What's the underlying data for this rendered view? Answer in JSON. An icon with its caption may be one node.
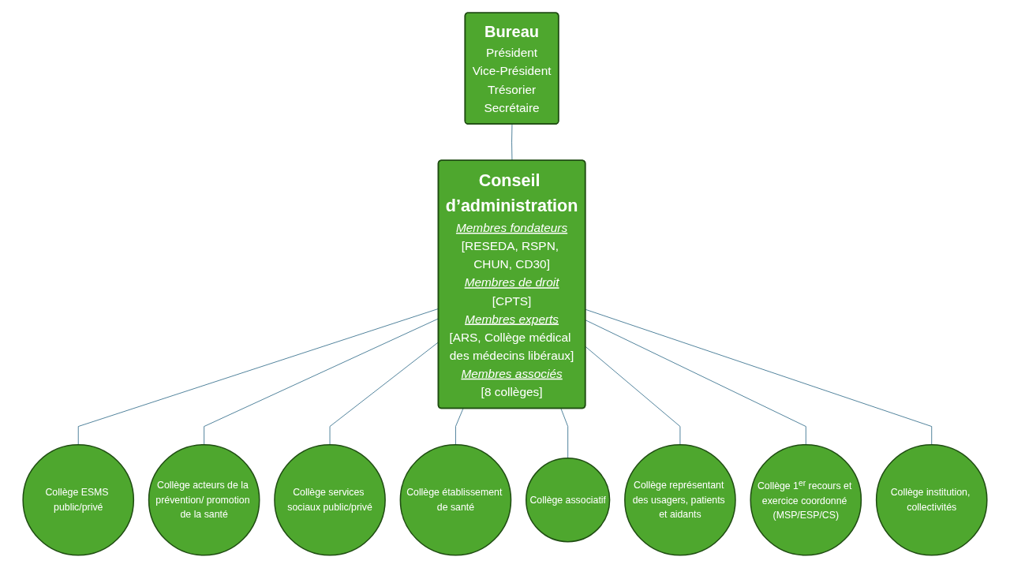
{
  "diagram": {
    "nodes": [
      {
        "text": [
          "Bureau",
          "Président",
          "Vice-Président",
          "Trésorier",
          "Secrétaire"
        ]
      },
      {
        "text": [
          "Conseil d’administration",
          "Membres fondateurs",
          "[RESEDA, RSPN, CHUN, CD30]",
          "Membres de droit",
          "[CPTS]",
          "Membres experts",
          "[ARS, Collège médical des médecins libéraux]",
          "Membres associés",
          "[8 collèges]"
        ]
      },
      {
        "text": [
          "Collège ESMS public/privé"
        ]
      },
      {
        "text": [
          "Collège acteurs de la prévention/ promotion de la santé"
        ]
      },
      {
        "text": [
          "Collège services sociaux public/privé"
        ]
      },
      {
        "text": [
          "Collège établissement de santé"
        ]
      },
      {
        "text": [
          "Collège associatif"
        ]
      },
      {
        "text": [
          "Collège représentant des usagers, patients et aidants"
        ]
      },
      {
        "text": [
          "Collège 1$^{er}$ recours et exercice coordonné (MSP/ESP/CS)"
        ]
      },
      {
        "text": [
          "Collège institution, collectivités"
        ]
      }
    ],
    "edges": [
      {
        "from": 0,
        "to": 1,
        "arrow": "none"
      },
      {
        "from": 1,
        "to": 2,
        "arrow": "none"
      },
      {
        "from": 1,
        "to": 3,
        "arrow": "none"
      },
      {
        "from": 1,
        "to": 4,
        "arrow": "none"
      },
      {
        "from": 1,
        "to": 5,
        "arrow": "none"
      },
      {
        "from": 1,
        "to": 6,
        "arrow": "none"
      },
      {
        "from": 1,
        "to": 7,
        "arrow": "none"
      },
      {
        "from": 1,
        "to": 8,
        "arrow": "none"
      },
      {
        "from": 1,
        "to": 9,
        "arrow": "none"
      }
    ]
  }
}
